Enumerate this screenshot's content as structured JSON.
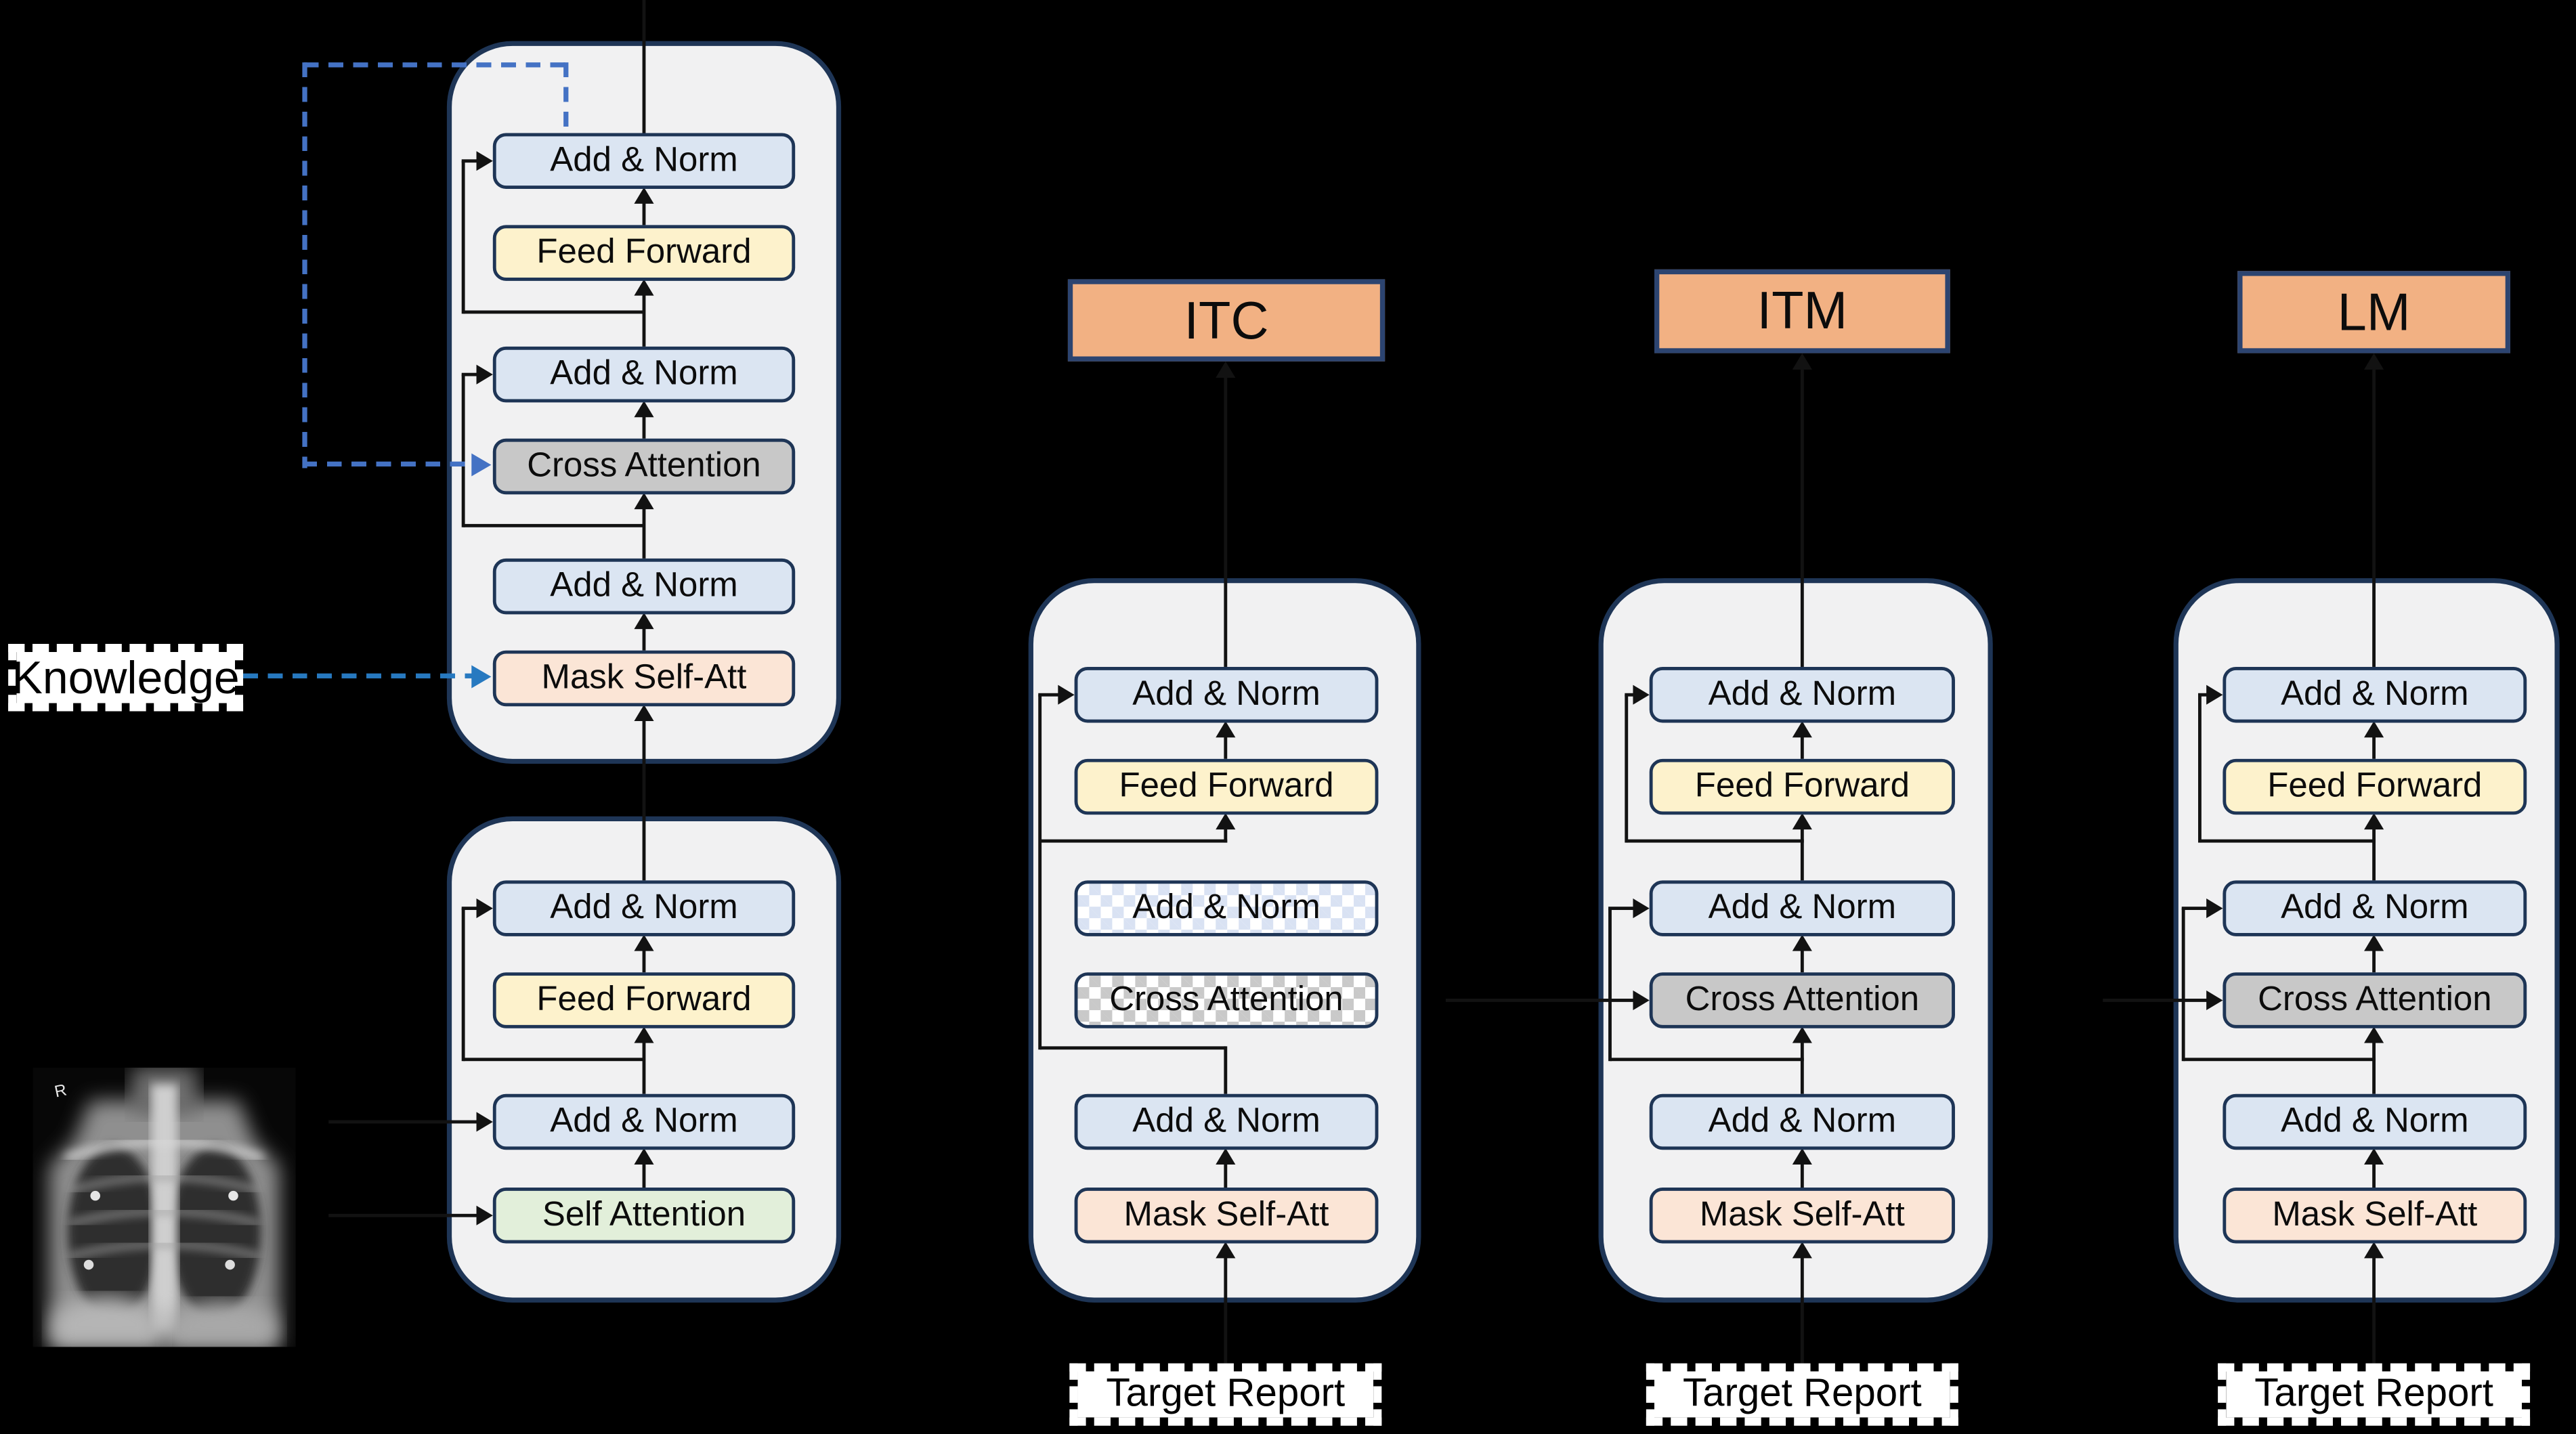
{
  "labels": {
    "knowledge": "Knowledge",
    "target_report": "Target Report"
  },
  "heads": {
    "itc": "ITC",
    "itm": "ITM",
    "lm": "LM"
  },
  "blocks": {
    "decoder": [
      "Add & Norm",
      "Feed Forward",
      "Add & Norm",
      "Cross Attention",
      "Add & Norm",
      "Mask Self-Att"
    ],
    "encoder": [
      "Add & Norm",
      "Feed Forward",
      "Add & Norm",
      "Self Attention"
    ],
    "itc": [
      "Add & Norm",
      "Feed Forward",
      "Add & Norm",
      "Cross Attention",
      "Add & Norm",
      "Mask Self-Att"
    ],
    "itm": [
      "Add & Norm",
      "Feed Forward",
      "Add & Norm",
      "Cross Attention",
      "Add & Norm",
      "Mask Self-Att"
    ],
    "lm": [
      "Add & Norm",
      "Feed Forward",
      "Add & Norm",
      "Cross Attention",
      "Add & Norm",
      "Mask Self-Att"
    ]
  },
  "colors": {
    "container_fill": "#f1f1f2",
    "container_border": "#1e3556",
    "box_border": "#1e3556",
    "addnorm": "#dbe5f2",
    "feedforward": "#fdf2cc",
    "cross": "#c8c8c8",
    "mask": "#fbe5d6",
    "selfatt": "#e2efda",
    "hatch_blue": "#d9e2f3",
    "hatch_gray": "#c9c9c9",
    "head_fill": "#f2b183",
    "head_border": "#2c4470",
    "line": "#121212",
    "dash_blue": "#4472c4",
    "dash_knowledge": "#2779c0",
    "background": "#000000"
  }
}
